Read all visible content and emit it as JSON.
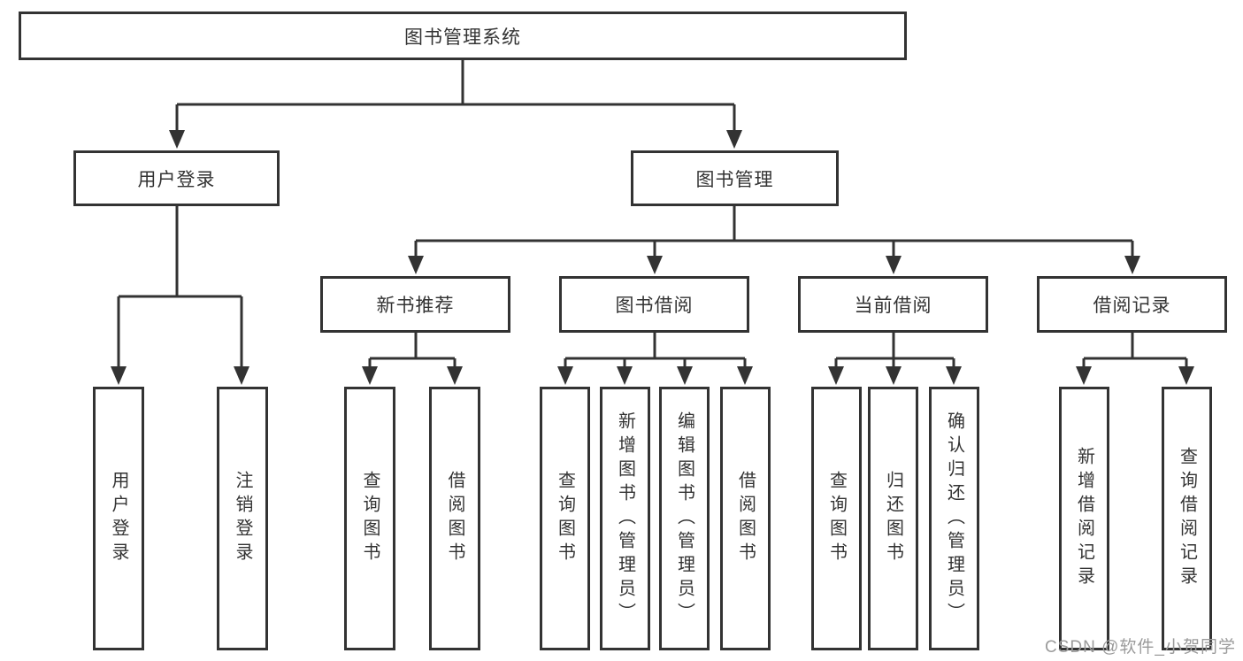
{
  "diagram": {
    "root": {
      "label": "图书管理系统"
    },
    "level2": {
      "user_login": {
        "label": "用户登录"
      },
      "book_management": {
        "label": "图书管理"
      }
    },
    "level3": {
      "new_book_recommend": {
        "label": "新书推荐"
      },
      "book_borrow": {
        "label": "图书借阅"
      },
      "current_borrow": {
        "label": "当前借阅"
      },
      "borrow_records": {
        "label": "借阅记录"
      }
    },
    "level4": {
      "user_login_children": [
        {
          "label": "用户登录"
        },
        {
          "label": "注销登录"
        }
      ],
      "new_book_children": [
        {
          "label": "查询图书"
        },
        {
          "label": "借阅图书"
        }
      ],
      "book_borrow_children": [
        {
          "label": "查询图书"
        },
        {
          "label": "新增图书（管理员）"
        },
        {
          "label": "编辑图书（管理员）"
        },
        {
          "label": "借阅图书"
        }
      ],
      "current_borrow_children": [
        {
          "label": "查询图书"
        },
        {
          "label": "归还图书"
        },
        {
          "label": "确认归还（管理员）"
        }
      ],
      "borrow_record_children": [
        {
          "label": "新增借阅记录"
        },
        {
          "label": "查询借阅记录"
        }
      ]
    }
  },
  "watermark": {
    "text": "CSDN @软件_小贺同学"
  },
  "colors": {
    "line": "#333333",
    "text": "#333333",
    "background": "#ffffff",
    "watermark": "#9b9b9b"
  }
}
